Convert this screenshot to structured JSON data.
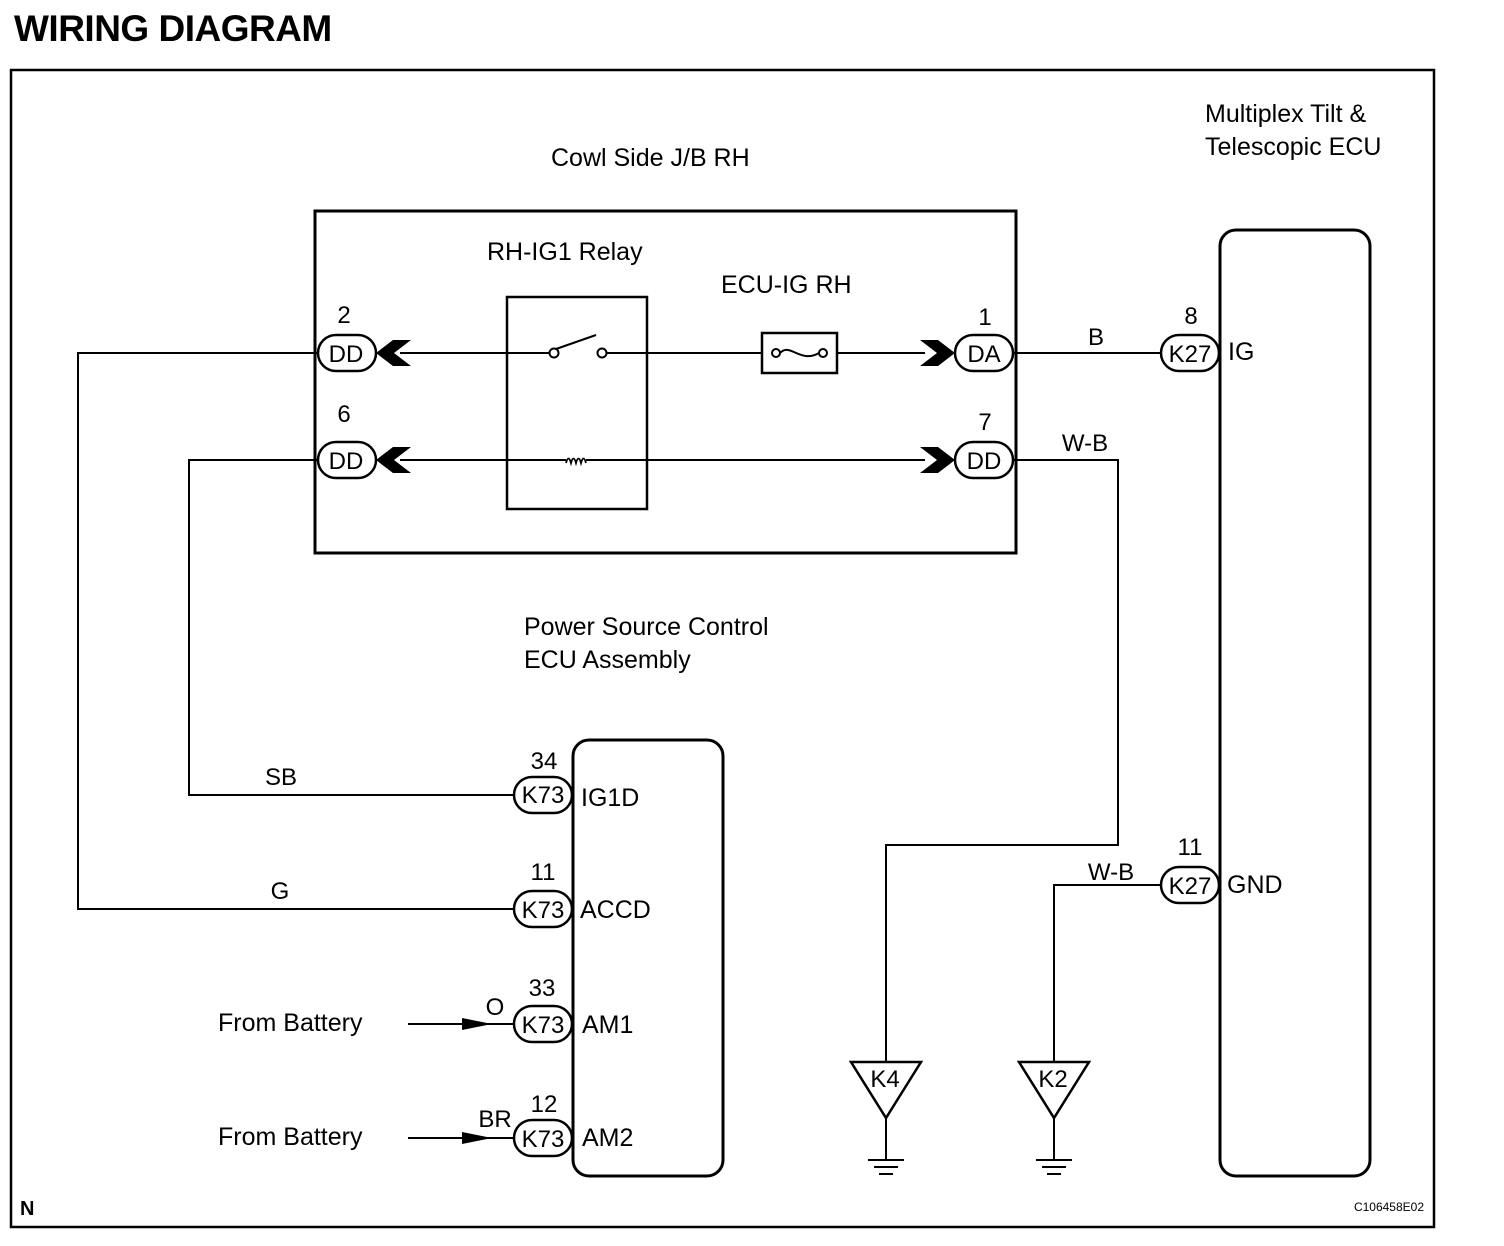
{
  "title": "WIRING DIAGRAM",
  "components": {
    "jb": "Cowl Side J/B RH",
    "relay": "RH-IG1 Relay",
    "fuse": "ECU-IG RH",
    "tilt_ecu_line1": "Multiplex Tilt &",
    "tilt_ecu_line2": "Telescopic ECU",
    "psc_ecu_line1": "Power Source Control",
    "psc_ecu_line2": "ECU Assembly"
  },
  "jb_connectors": {
    "dd2": {
      "pin": "2",
      "code": "DD"
    },
    "dd6": {
      "pin": "6",
      "code": "DD"
    },
    "da1": {
      "pin": "1",
      "code": "DA"
    },
    "dd7": {
      "pin": "7",
      "code": "DD"
    }
  },
  "tilt_ecu_pins": {
    "ig": {
      "pin": "8",
      "code": "K27",
      "terminal": "IG"
    },
    "gnd": {
      "pin": "11",
      "code": "K27",
      "terminal": "GND"
    }
  },
  "psc_ecu_pins": {
    "ig1d": {
      "pin": "34",
      "code": "K73",
      "terminal": "IG1D"
    },
    "accd": {
      "pin": "11",
      "code": "K73",
      "terminal": "ACCD"
    },
    "am1": {
      "pin": "33",
      "code": "K73",
      "terminal": "AM1"
    },
    "am2": {
      "pin": "12",
      "code": "K73",
      "terminal": "AM2"
    }
  },
  "wire_colors": {
    "da_to_ig": "B",
    "dd7_out": "W-B",
    "gnd_wire": "W-B",
    "ig1d": "SB",
    "accd": "G",
    "am1": "O",
    "am2": "BR"
  },
  "battery": {
    "am1": "From Battery",
    "am2": "From Battery"
  },
  "grounds": {
    "k4": "K4",
    "k2": "K2"
  },
  "footer": {
    "letter": "N",
    "code": "C106458E02"
  }
}
